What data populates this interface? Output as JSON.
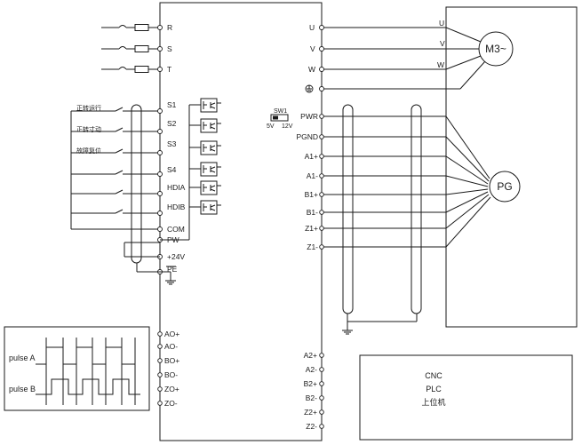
{
  "power_inputs": [
    {
      "label": "R"
    },
    {
      "label": "S"
    },
    {
      "label": "T"
    }
  ],
  "digital_inputs": [
    {
      "label": "S1"
    },
    {
      "label": "S2"
    },
    {
      "label": "S3"
    },
    {
      "label": "S4"
    },
    {
      "label": "HDIA"
    },
    {
      "label": "HDIB"
    }
  ],
  "input_functions": [
    {
      "label": "正转运行"
    },
    {
      "label": "正转寸动"
    },
    {
      "label": "故障复位"
    }
  ],
  "common_terminals": [
    {
      "label": "COM"
    },
    {
      "label": "PW"
    },
    {
      "label": "+24V"
    },
    {
      "label": "PE"
    }
  ],
  "analog_outputs": [
    {
      "label": "AO+"
    },
    {
      "label": "AO-"
    },
    {
      "label": "BO+"
    },
    {
      "label": "BO-"
    },
    {
      "label": "ZO+"
    },
    {
      "label": "ZO-"
    }
  ],
  "motor_outputs": [
    {
      "label": "U"
    },
    {
      "label": "V"
    },
    {
      "label": "W"
    }
  ],
  "motor_phase_labels": [
    {
      "label": "U"
    },
    {
      "label": "V"
    },
    {
      "label": "W"
    }
  ],
  "motor": {
    "label": "M3~"
  },
  "switch": {
    "title": "SW1",
    "left": "5V",
    "right": "12V"
  },
  "encoder_terminals": [
    {
      "label": "PWR"
    },
    {
      "label": "PGND"
    },
    {
      "label": "A1+"
    },
    {
      "label": "A1-"
    },
    {
      "label": "B1+"
    },
    {
      "label": "B1-"
    },
    {
      "label": "Z1+"
    },
    {
      "label": "Z1-"
    }
  ],
  "encoder": {
    "label": "PG"
  },
  "pulse_out_terminals": [
    {
      "label": "A2+"
    },
    {
      "label": "A2-"
    },
    {
      "label": "B2+"
    },
    {
      "label": "B2-"
    },
    {
      "label": "Z2+"
    },
    {
      "label": "Z2-"
    }
  ],
  "controller": {
    "line1": "CNC",
    "line2": "PLC",
    "line3": "上位机"
  },
  "waveform": {
    "pulse_a": "pulse A",
    "pulse_b": "pulse B"
  }
}
